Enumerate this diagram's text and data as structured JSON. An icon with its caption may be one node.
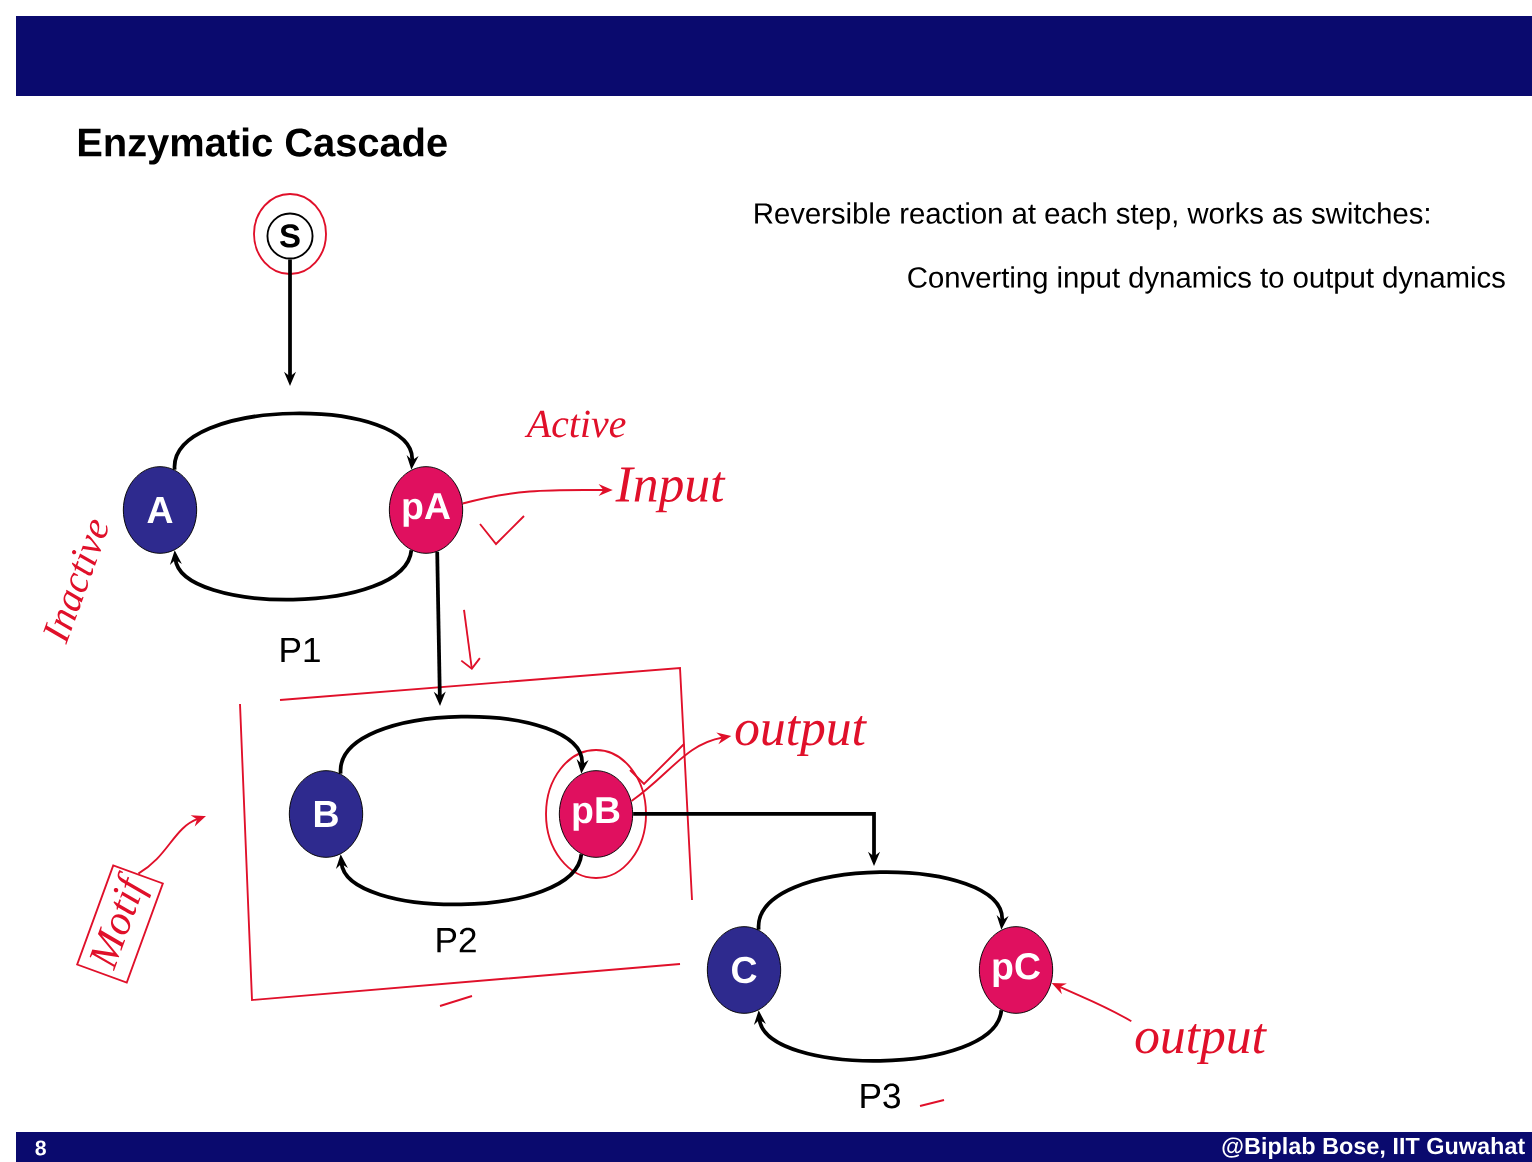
{
  "diagram": {
    "title": "Enzymatic Cascade",
    "nodes": [
      {
        "text": [
          "S"
        ]
      },
      {
        "text": [
          "A"
        ]
      },
      {
        "text": [
          "pA"
        ]
      },
      {
        "text": [
          "B"
        ]
      },
      {
        "text": [
          "pB"
        ]
      },
      {
        "text": [
          "C"
        ]
      },
      {
        "text": [
          "pC"
        ]
      },
      {
        "text": [
          "Input"
        ]
      },
      {
        "text": [
          "output"
        ]
      },
      {
        "text": [
          "Motif"
        ]
      },
      {
        "text": [
          "output"
        ]
      }
    ],
    "edges": [
      {
        "from": 0,
        "to": null,
        "arrow": "to"
      },
      {
        "from": 1,
        "to": 2,
        "arrow": "to"
      },
      {
        "from": 2,
        "to": 1,
        "arrow": "to"
      },
      {
        "from": 2,
        "to": null,
        "arrow": "to"
      },
      {
        "from": 3,
        "to": 4,
        "arrow": "to"
      },
      {
        "from": 4,
        "to": 3,
        "arrow": "to"
      },
      {
        "from": 4,
        "to": null,
        "arrow": "to"
      },
      {
        "from": 5,
        "to": 6,
        "arrow": "to"
      },
      {
        "from": 6,
        "to": 5,
        "arrow": "to"
      },
      {
        "from": 2,
        "to": 7,
        "arrow": "to",
        "color": "#e0102a"
      },
      {
        "from": 4,
        "to": 8,
        "arrow": "to",
        "color": "#e0102a"
      },
      {
        "from": 10,
        "to": 6,
        "arrow": "to",
        "color": "#e0102a"
      },
      {
        "from": 9,
        "to": null,
        "arrow": "to",
        "color": "#e0102a"
      }
    ],
    "labels": [
      "Reversible reaction at each step, works as switches:",
      "Converting input dynamics to output dynamics",
      "Active",
      "Inactive",
      "P1",
      "P2",
      "P3",
      "8",
      "@Biplab Bose, IIT Guwahat"
    ]
  }
}
